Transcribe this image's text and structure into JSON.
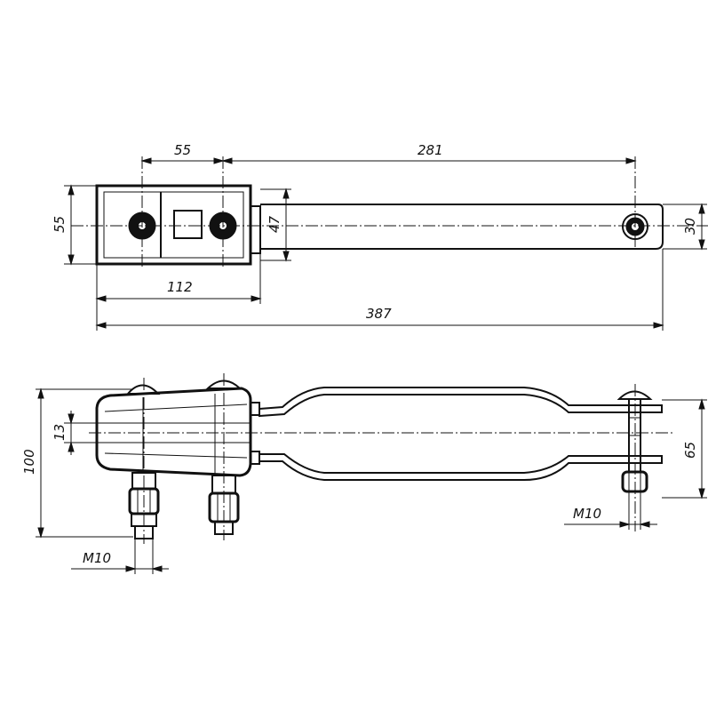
{
  "top_view": {
    "dim_hole_spacing": "55",
    "dim_bolt_to_end": "281",
    "dim_block_height": "55",
    "dim_bar_height": "47",
    "dim_end_height": "30",
    "dim_block_length": "112",
    "dim_overall_length": "387"
  },
  "side_view": {
    "dim_overall_height": "100",
    "dim_gap": "13",
    "dim_jaw_height": "65",
    "dim_thread_left": "M10",
    "dim_thread_right": "M10"
  }
}
